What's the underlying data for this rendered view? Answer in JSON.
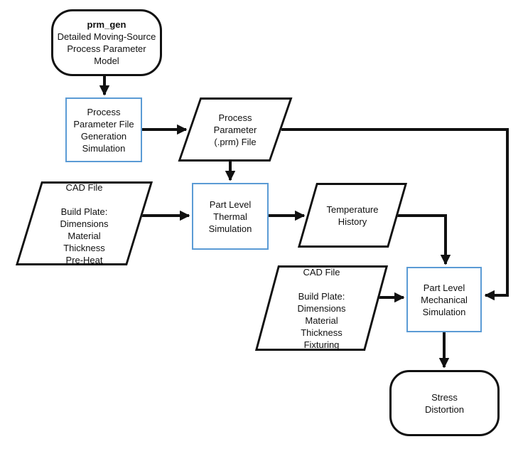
{
  "diagram": {
    "colors": {
      "background": "#ffffff",
      "shape_outline": "#111111",
      "process_outline": "#5b9bd5",
      "arrow": "#111111"
    },
    "nodes": {
      "prm_gen": {
        "type": "terminator",
        "title": "prm_gen",
        "lines": [
          "Detailed Moving-Source",
          "Process Parameter",
          "Model"
        ]
      },
      "param_file_gen_sim": {
        "type": "process",
        "lines": [
          "Process",
          "Parameter File",
          "Generation",
          "Simulation"
        ]
      },
      "prm_file": {
        "type": "data",
        "lines": [
          "Process",
          "Parameter",
          "(.prm) File"
        ]
      },
      "cad_file_thermal": {
        "type": "data",
        "lines": [
          "CAD File",
          "",
          "Build Plate:",
          "Dimensions",
          "Material",
          "Thickness",
          "Pre-Heat"
        ]
      },
      "thermal_sim": {
        "type": "process",
        "lines": [
          "Part Level",
          "Thermal",
          "Simulation"
        ]
      },
      "temperature_history": {
        "type": "data",
        "lines": [
          "Temperature",
          "History"
        ]
      },
      "cad_file_mech": {
        "type": "data",
        "lines": [
          "CAD File",
          "",
          "Build Plate:",
          "Dimensions",
          "Material",
          "Thickness",
          "Fixturing"
        ]
      },
      "mech_sim": {
        "type": "process",
        "lines": [
          "Part Level",
          "Mechanical",
          "Simulation"
        ]
      },
      "stress_distortion": {
        "type": "terminator",
        "lines": [
          "Stress",
          "Distortion"
        ]
      }
    },
    "edges": [
      {
        "from": "prm_gen",
        "to": "param_file_gen_sim"
      },
      {
        "from": "param_file_gen_sim",
        "to": "prm_file"
      },
      {
        "from": "prm_file",
        "to": "thermal_sim"
      },
      {
        "from": "cad_file_thermal",
        "to": "thermal_sim"
      },
      {
        "from": "thermal_sim",
        "to": "temperature_history"
      },
      {
        "from": "temperature_history",
        "to": "mech_sim"
      },
      {
        "from": "cad_file_mech",
        "to": "mech_sim"
      },
      {
        "from": "prm_file",
        "to": "mech_sim"
      },
      {
        "from": "mech_sim",
        "to": "stress_distortion"
      }
    ]
  }
}
